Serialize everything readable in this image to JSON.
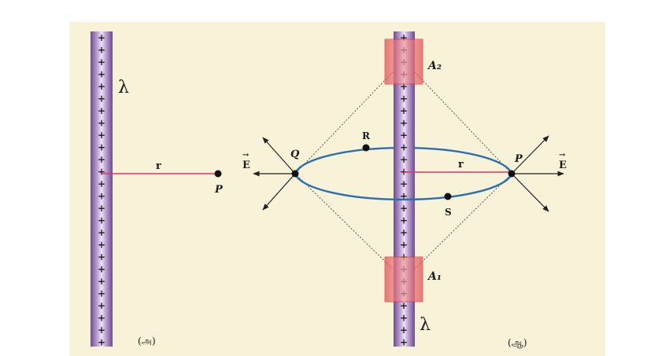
{
  "panel_a": {
    "lambda_label": "λ",
    "r_label": "r",
    "point_label": "P",
    "caption": "(அ)"
  },
  "panel_b": {
    "lambda_label": "λ",
    "r_label": "r",
    "point_p": "P",
    "point_q": "Q",
    "point_r": "R",
    "point_s": "S",
    "area_top": "A₂",
    "area_bottom": "A₁",
    "field_left": "E",
    "field_right": "E",
    "caption": "(ஆ)"
  },
  "colors": {
    "background": "#f7f2d8",
    "rod": "#9b7bb5",
    "ellipse": "#2a6fb0",
    "radius_line": "#e0336a",
    "gaussian_patch": "#e2555a"
  }
}
